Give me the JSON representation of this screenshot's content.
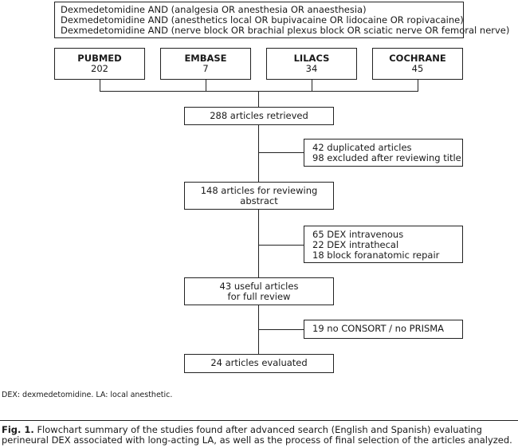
{
  "search_terms": [
    "Dexmedetomidine AND (analgesia OR anesthesia OR anaesthesia)",
    "Dexmedetomidine AND (anesthetics local OR bupivacaine OR lidocaine OR ropivacaine)",
    "Dexmedetomidine AND (nerve block OR brachial plexus block OR sciatic nerve OR femoral nerve)"
  ],
  "databases": [
    {
      "name": "PUBMED",
      "count": "202"
    },
    {
      "name": "EMBASE",
      "count": "7"
    },
    {
      "name": "LILACS",
      "count": "34"
    },
    {
      "name": "COCHRANE",
      "count": "45"
    }
  ],
  "steps": {
    "retrieved": "288 articles retrieved",
    "exclusion1": [
      "42 duplicated articles",
      "98 excluded after reviewing title"
    ],
    "abstract": [
      "148 articles for reviewing",
      "abstract"
    ],
    "exclusion2": [
      "65 DEX intravenous",
      "22 DEX intrathecal",
      "18 block foranatomic repair"
    ],
    "full_review": [
      "43 useful articles",
      "for full review"
    ],
    "exclusion3": [
      "19 no CONSORT / no PRISMA"
    ],
    "evaluated": "24 articles evaluated"
  },
  "footnote": "DEX: dexmedetomidine. LA: local anesthetic.",
  "caption": {
    "label": "Fig. 1.",
    "text": "Flowchart summary of the studies found after advanced search (English and Spanish) evaluating perineural DEX associated with long-acting LA, as well as the process of final selection of the articles analyzed."
  }
}
